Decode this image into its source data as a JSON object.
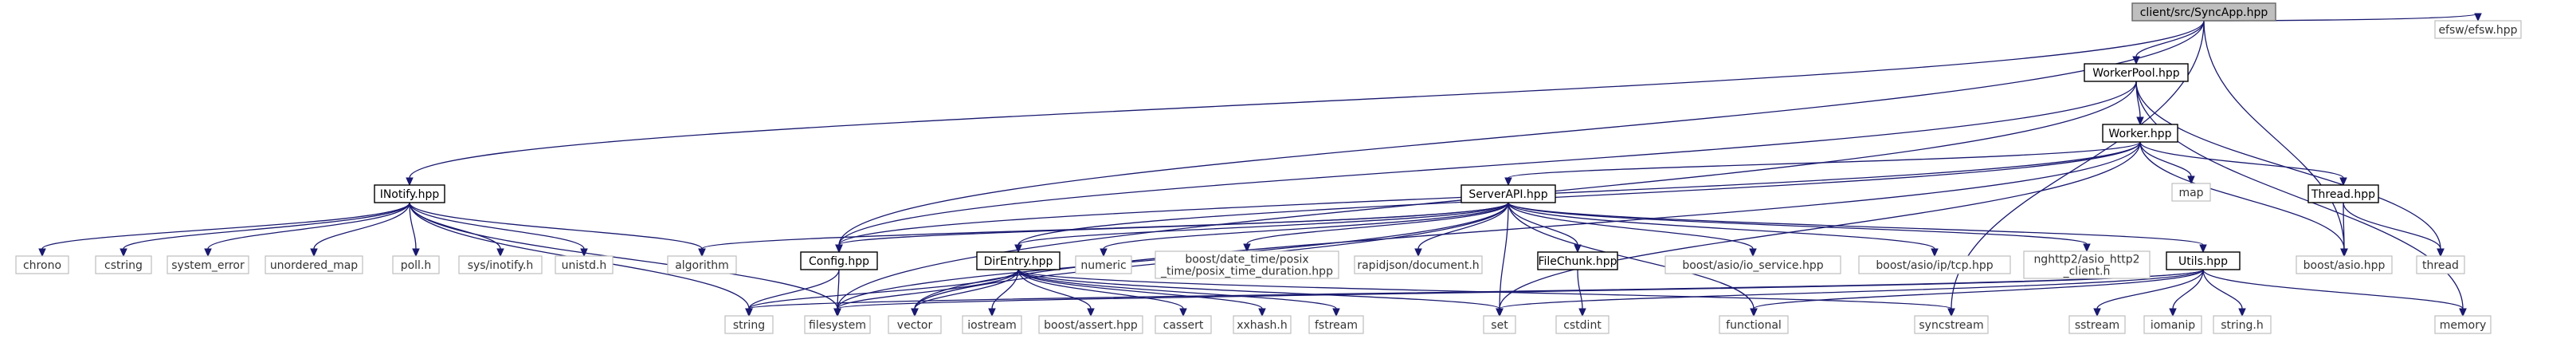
{
  "diagram": {
    "type": "include-dependency-graph",
    "root": "client/src/SyncApp.hpp",
    "nodes": [
      {
        "id": "syncapp",
        "lines": [
          "client/src/SyncApp.hpp"
        ],
        "kind": "root"
      },
      {
        "id": "efsw",
        "lines": [
          "efsw/efsw.hpp"
        ],
        "kind": "external"
      },
      {
        "id": "workerpool",
        "lines": [
          "WorkerPool.hpp"
        ],
        "kind": "documented"
      },
      {
        "id": "worker",
        "lines": [
          "Worker.hpp"
        ],
        "kind": "documented"
      },
      {
        "id": "inotify",
        "lines": [
          "INotify.hpp"
        ],
        "kind": "documented"
      },
      {
        "id": "serverapi",
        "lines": [
          "ServerAPI.hpp"
        ],
        "kind": "documented"
      },
      {
        "id": "thread_hpp",
        "lines": [
          "Thread.hpp"
        ],
        "kind": "documented"
      },
      {
        "id": "map",
        "lines": [
          "map"
        ],
        "kind": "external"
      },
      {
        "id": "chrono",
        "lines": [
          "chrono"
        ],
        "kind": "external"
      },
      {
        "id": "cstring",
        "lines": [
          "cstring"
        ],
        "kind": "external"
      },
      {
        "id": "system_error",
        "lines": [
          "system_error"
        ],
        "kind": "external"
      },
      {
        "id": "unordered_map",
        "lines": [
          "unordered_map"
        ],
        "kind": "external"
      },
      {
        "id": "poll",
        "lines": [
          "poll.h"
        ],
        "kind": "external"
      },
      {
        "id": "sysinotify",
        "lines": [
          "sys/inotify.h"
        ],
        "kind": "external"
      },
      {
        "id": "unistd",
        "lines": [
          "unistd.h"
        ],
        "kind": "external"
      },
      {
        "id": "algorithm",
        "lines": [
          "algorithm"
        ],
        "kind": "external"
      },
      {
        "id": "config",
        "lines": [
          "Config.hpp"
        ],
        "kind": "documented"
      },
      {
        "id": "direntry",
        "lines": [
          "DirEntry.hpp"
        ],
        "kind": "documented"
      },
      {
        "id": "numeric",
        "lines": [
          "numeric"
        ],
        "kind": "external"
      },
      {
        "id": "posix_time",
        "lines": [
          "boost/date_time/posix",
          "_time/posix_time_duration.hpp"
        ],
        "kind": "external"
      },
      {
        "id": "rapidjson",
        "lines": [
          "rapidjson/document.h"
        ],
        "kind": "external"
      },
      {
        "id": "filechunk",
        "lines": [
          "FileChunk.hpp"
        ],
        "kind": "documented"
      },
      {
        "id": "io_service",
        "lines": [
          "boost/asio/io_service.hpp"
        ],
        "kind": "external"
      },
      {
        "id": "tcp",
        "lines": [
          "boost/asio/ip/tcp.hpp"
        ],
        "kind": "external"
      },
      {
        "id": "nghttp2",
        "lines": [
          "nghttp2/asio_http2",
          "_client.h"
        ],
        "kind": "external"
      },
      {
        "id": "utils",
        "lines": [
          "Utils.hpp"
        ],
        "kind": "documented"
      },
      {
        "id": "boost_asio",
        "lines": [
          "boost/asio.hpp"
        ],
        "kind": "external"
      },
      {
        "id": "thread",
        "lines": [
          "thread"
        ],
        "kind": "external"
      },
      {
        "id": "memory",
        "lines": [
          "memory"
        ],
        "kind": "external"
      },
      {
        "id": "string",
        "lines": [
          "string"
        ],
        "kind": "external"
      },
      {
        "id": "filesystem",
        "lines": [
          "filesystem"
        ],
        "kind": "external"
      },
      {
        "id": "vector",
        "lines": [
          "vector"
        ],
        "kind": "external"
      },
      {
        "id": "iostream",
        "lines": [
          "iostream"
        ],
        "kind": "external"
      },
      {
        "id": "boost_assert",
        "lines": [
          "boost/assert.hpp"
        ],
        "kind": "external"
      },
      {
        "id": "cassert",
        "lines": [
          "cassert"
        ],
        "kind": "external"
      },
      {
        "id": "xxhash",
        "lines": [
          "xxhash.h"
        ],
        "kind": "external"
      },
      {
        "id": "fstream",
        "lines": [
          "fstream"
        ],
        "kind": "external"
      },
      {
        "id": "set",
        "lines": [
          "set"
        ],
        "kind": "external"
      },
      {
        "id": "syncstream",
        "lines": [
          "syncstream"
        ],
        "kind": "external"
      },
      {
        "id": "cstdint",
        "lines": [
          "cstdint"
        ],
        "kind": "external"
      },
      {
        "id": "functional",
        "lines": [
          "functional"
        ],
        "kind": "external"
      },
      {
        "id": "sstream",
        "lines": [
          "sstream"
        ],
        "kind": "external"
      },
      {
        "id": "iomanip",
        "lines": [
          "iomanip"
        ],
        "kind": "external"
      },
      {
        "id": "string_h",
        "lines": [
          "string.h"
        ],
        "kind": "external"
      }
    ],
    "edges": [
      [
        "syncapp",
        "efsw"
      ],
      [
        "syncapp",
        "workerpool"
      ],
      [
        "syncapp",
        "inotify"
      ],
      [
        "syncapp",
        "config"
      ],
      [
        "syncapp",
        "boost_asio"
      ],
      [
        "syncapp",
        "syncstream"
      ],
      [
        "workerpool",
        "worker"
      ],
      [
        "workerpool",
        "filesystem"
      ],
      [
        "workerpool",
        "thread"
      ],
      [
        "workerpool",
        "memory"
      ],
      [
        "workerpool",
        "config"
      ],
      [
        "worker",
        "serverapi"
      ],
      [
        "worker",
        "map"
      ],
      [
        "worker",
        "thread_hpp"
      ],
      [
        "worker",
        "boost_asio"
      ],
      [
        "worker",
        "direntry"
      ],
      [
        "worker",
        "config"
      ],
      [
        "worker",
        "vector"
      ],
      [
        "worker",
        "set"
      ],
      [
        "inotify",
        "chrono"
      ],
      [
        "inotify",
        "cstring"
      ],
      [
        "inotify",
        "system_error"
      ],
      [
        "inotify",
        "unordered_map"
      ],
      [
        "inotify",
        "poll"
      ],
      [
        "inotify",
        "sysinotify"
      ],
      [
        "inotify",
        "unistd"
      ],
      [
        "inotify",
        "algorithm"
      ],
      [
        "inotify",
        "string"
      ],
      [
        "inotify",
        "filesystem"
      ],
      [
        "serverapi",
        "algorithm"
      ],
      [
        "serverapi",
        "config"
      ],
      [
        "serverapi",
        "direntry"
      ],
      [
        "serverapi",
        "numeric"
      ],
      [
        "serverapi",
        "posix_time"
      ],
      [
        "serverapi",
        "rapidjson"
      ],
      [
        "serverapi",
        "filechunk"
      ],
      [
        "serverapi",
        "io_service"
      ],
      [
        "serverapi",
        "tcp"
      ],
      [
        "serverapi",
        "nghttp2"
      ],
      [
        "serverapi",
        "utils"
      ],
      [
        "serverapi",
        "set"
      ],
      [
        "serverapi",
        "functional"
      ],
      [
        "serverapi",
        "vector"
      ],
      [
        "serverapi",
        "filesystem"
      ],
      [
        "thread_hpp",
        "boost_asio"
      ],
      [
        "thread_hpp",
        "thread"
      ],
      [
        "config",
        "string"
      ],
      [
        "config",
        "filesystem"
      ],
      [
        "direntry",
        "string"
      ],
      [
        "direntry",
        "filesystem"
      ],
      [
        "direntry",
        "vector"
      ],
      [
        "direntry",
        "iostream"
      ],
      [
        "direntry",
        "boost_assert"
      ],
      [
        "direntry",
        "cassert"
      ],
      [
        "direntry",
        "xxhash"
      ],
      [
        "direntry",
        "fstream"
      ],
      [
        "direntry",
        "set"
      ],
      [
        "direntry",
        "syncstream"
      ],
      [
        "filechunk",
        "cstdint"
      ],
      [
        "utils",
        "set"
      ],
      [
        "utils",
        "functional"
      ],
      [
        "utils",
        "sstream"
      ],
      [
        "utils",
        "iomanip"
      ],
      [
        "utils",
        "string_h"
      ],
      [
        "utils",
        "memory"
      ],
      [
        "utils",
        "filesystem"
      ],
      [
        "utils",
        "string"
      ]
    ],
    "colors": {
      "edge": "#191970",
      "root_fill": "#bfbfbf",
      "documented_border": "#000000",
      "external_border": "#bfbfbf"
    }
  }
}
